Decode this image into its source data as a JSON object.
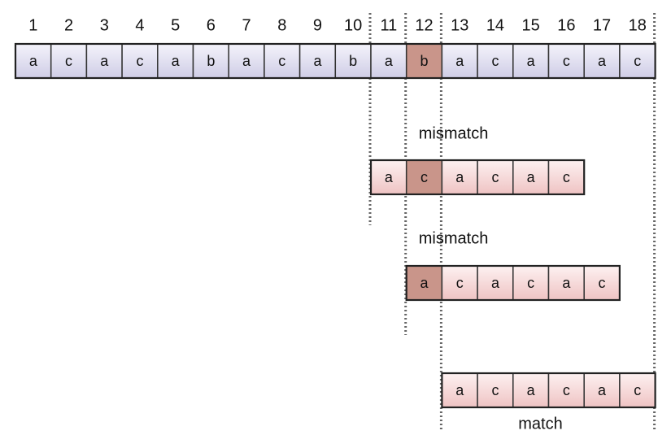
{
  "diagram": {
    "positions": [
      "1",
      "2",
      "3",
      "4",
      "5",
      "6",
      "7",
      "8",
      "9",
      "10",
      "11",
      "12",
      "13",
      "14",
      "15",
      "16",
      "17",
      "18"
    ],
    "text": {
      "chars": [
        "a",
        "c",
        "a",
        "c",
        "a",
        "b",
        "a",
        "c",
        "a",
        "b",
        "a",
        "b",
        "a",
        "c",
        "a",
        "c",
        "a",
        "c"
      ],
      "highlight_index": 12
    },
    "patterns": [
      {
        "start_index": 11,
        "chars": [
          "a",
          "c",
          "a",
          "c",
          "a",
          "c"
        ],
        "highlight_index": 12,
        "label": "mismatch"
      },
      {
        "start_index": 12,
        "chars": [
          "a",
          "c",
          "a",
          "c",
          "a",
          "c"
        ],
        "highlight_index": 12,
        "label": "mismatch"
      },
      {
        "start_index": 13,
        "chars": [
          "a",
          "c",
          "a",
          "c",
          "a",
          "c"
        ],
        "highlight_index": null,
        "label": "match"
      }
    ],
    "colors": {
      "text_cell_top": "#f4f3fb",
      "text_cell_bottom": "#cfcde6",
      "pattern_cell_top": "#fdf1f1",
      "pattern_cell_bottom": "#efc3c3",
      "highlight_cell": "#c9958a",
      "border": "#333333",
      "guide_line": "#666666"
    }
  }
}
